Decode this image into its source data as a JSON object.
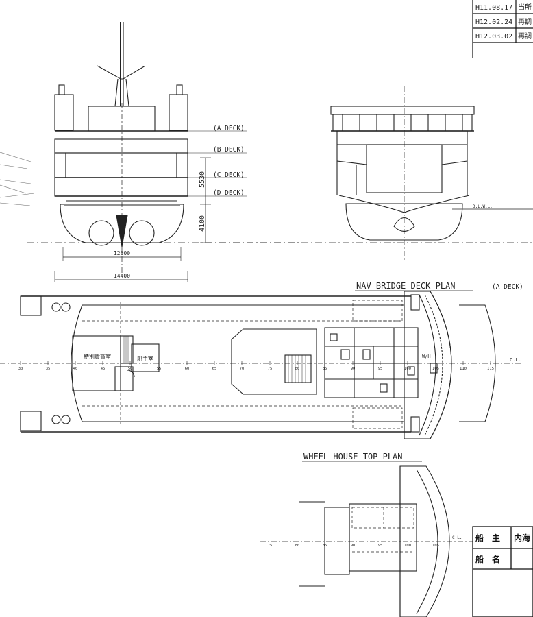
{
  "revisions": [
    {
      "date": "H11.08.17",
      "note": "当所"
    },
    {
      "date": "H12.02.24",
      "note": "再調"
    },
    {
      "date": "H12.03.02",
      "note": "再調"
    }
  ],
  "profile": {
    "deck_labels": [
      "(A DECK)",
      "(B DECK)",
      "(C DECK)",
      "(D DECK)"
    ],
    "dim_height_upper": "5530",
    "dim_height_lower": "4100",
    "dim_width_inner": "12500",
    "dim_width_outer": "14400"
  },
  "nav_bridge": {
    "title": "NAV BRIDGE DECK PLAN",
    "deck": "(A DECK)",
    "frames": [
      "30",
      "35",
      "40",
      "45",
      "50",
      "55",
      "60",
      "65",
      "70",
      "75",
      "80",
      "85",
      "90",
      "95",
      "100",
      "105",
      "110",
      "115"
    ],
    "room_special_guest": "特別貴賓室",
    "room_owner": "船主室",
    "wh_label": "W/H",
    "cl_label": "C.L."
  },
  "wheel_house": {
    "title": "WHEEL HOUSE TOP PLAN",
    "frames": [
      "75",
      "80",
      "85",
      "90",
      "95",
      "100",
      "105"
    ],
    "cl_label": "C.L."
  },
  "stern_view": {
    "waterline_label": "D.L.W.L."
  },
  "title_block": {
    "owner_label": "船　主",
    "owner_value": "内海",
    "ship_label": "船　名"
  }
}
